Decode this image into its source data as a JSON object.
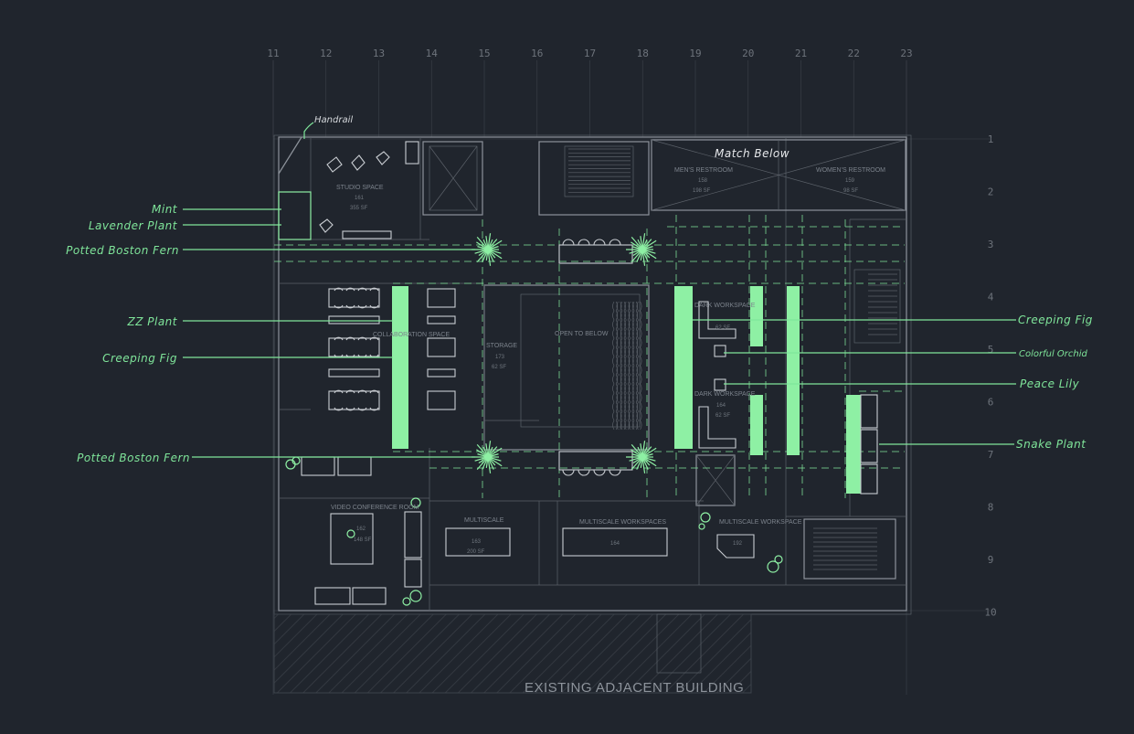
{
  "grid": {
    "columns": [
      "11",
      "12",
      "13",
      "14",
      "15",
      "16",
      "17",
      "18",
      "19",
      "20",
      "21",
      "22",
      "23"
    ],
    "rows": [
      "1",
      "2",
      "3",
      "4",
      "5",
      "6",
      "7",
      "8",
      "9",
      "10"
    ]
  },
  "rooms": [
    {
      "label": "STUDIO SPACE",
      "number": "161",
      "area": "355 SF"
    },
    {
      "label": "MEN'S RESTROOM",
      "number": "158",
      "area": "198 SF"
    },
    {
      "label": "WOMEN'S RESTROOM",
      "number": "159",
      "area": "98 SF"
    },
    {
      "label": "COLLABORATION SPACE",
      "number": "",
      "area": ""
    },
    {
      "label": "STORAGE",
      "number": "173",
      "area": "62 SF"
    },
    {
      "label": "OPEN TO BELOW",
      "number": "",
      "area": ""
    },
    {
      "label": "DARK WORKSPACE",
      "number": "",
      "area": "62 SF"
    },
    {
      "label": "DARK WORKSPACE",
      "number": "164",
      "area": "62 SF"
    },
    {
      "label": "VIDEO CONFERENCE ROOM",
      "number": "162",
      "area": "148 SF"
    },
    {
      "label": "MULTISCALE",
      "number": "163",
      "area": "200 SF"
    },
    {
      "label": "MULTISCALE WORKSPACES",
      "number": "164",
      "area": ""
    },
    {
      "label": "MULTISCALE WORKSPACE",
      "number": "192",
      "area": ""
    }
  ],
  "annotations": {
    "handrail": "Handrail",
    "match_below": "Match Below",
    "existing_building": "EXISTING ADJACENT BUILDING"
  },
  "plants_left": [
    {
      "label": "Mint"
    },
    {
      "label": "Lavender Plant"
    },
    {
      "label": "Potted Boston Fern"
    },
    {
      "label": "ZZ Plant"
    },
    {
      "label": "Creeping Fig"
    },
    {
      "label": "Potted Boston Fern"
    }
  ],
  "plants_right": [
    {
      "label": "Creeping Fig"
    },
    {
      "label": "Colorful Orchid"
    },
    {
      "label": "Peace Lily"
    },
    {
      "label": "Snake Plant"
    }
  ],
  "colors": {
    "background": "#20252d",
    "plant_green": "#8ef0a4",
    "annotation_green": "#7fe59a",
    "linework": "#8d939b"
  }
}
